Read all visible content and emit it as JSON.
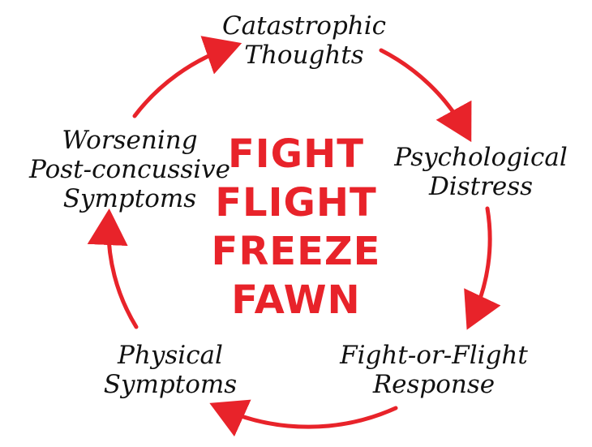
{
  "colors": {
    "accent": "#e8232a",
    "text": "#111111"
  },
  "cycle": {
    "nodes": [
      {
        "lines": [
          "Catastrophic",
          "Thoughts"
        ]
      },
      {
        "lines": [
          "Psychological",
          "Distress"
        ]
      },
      {
        "lines": [
          "Fight-or-Flight",
          "Response"
        ]
      },
      {
        "lines": [
          "Physical",
          "Symptoms"
        ]
      },
      {
        "lines": [
          "Worsening",
          "Post-concussive",
          "Symptoms"
        ]
      }
    ]
  },
  "center": {
    "lines": [
      "FIGHT",
      "FLIGHT",
      "FREEZE",
      "FAWN"
    ]
  }
}
